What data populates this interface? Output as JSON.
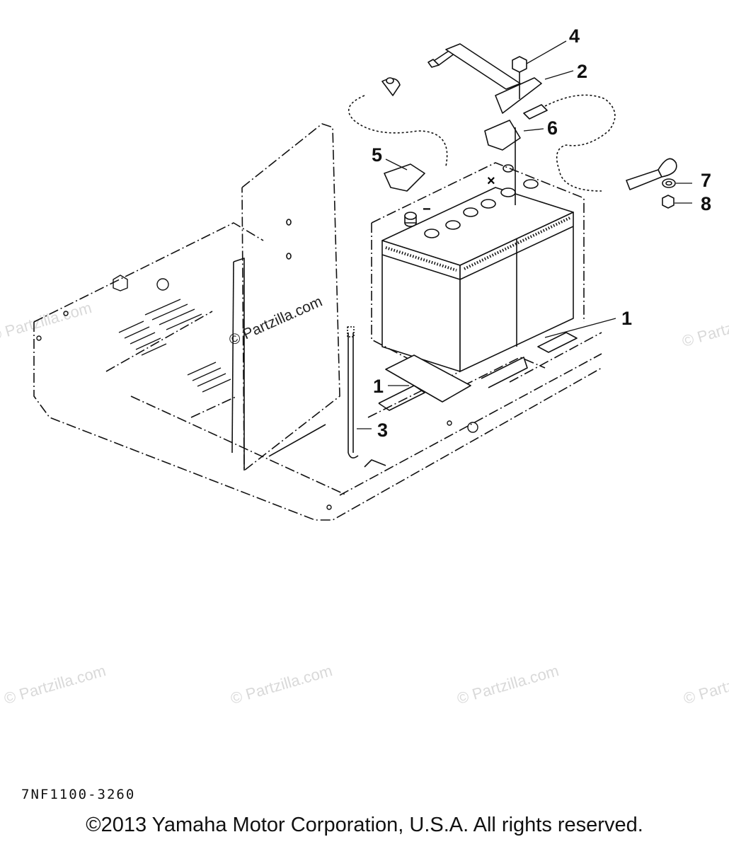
{
  "diagram": {
    "callouts": [
      {
        "id": "c1a",
        "label": "1"
      },
      {
        "id": "c1b",
        "label": "1"
      },
      {
        "id": "c2",
        "label": "2"
      },
      {
        "id": "c3",
        "label": "3"
      },
      {
        "id": "c4",
        "label": "4"
      },
      {
        "id": "c5",
        "label": "5"
      },
      {
        "id": "c6",
        "label": "6"
      },
      {
        "id": "c7",
        "label": "7"
      },
      {
        "id": "c8",
        "label": "8"
      }
    ],
    "battery_terminals": {
      "negative": "−",
      "positive": "×"
    },
    "part_code": "7NF1100-3260"
  },
  "watermark": {
    "text": "© Partzilla.com"
  },
  "footer": {
    "copyright": "©2013 Yamaha Motor Corporation, U.S.A. All rights reserved."
  }
}
